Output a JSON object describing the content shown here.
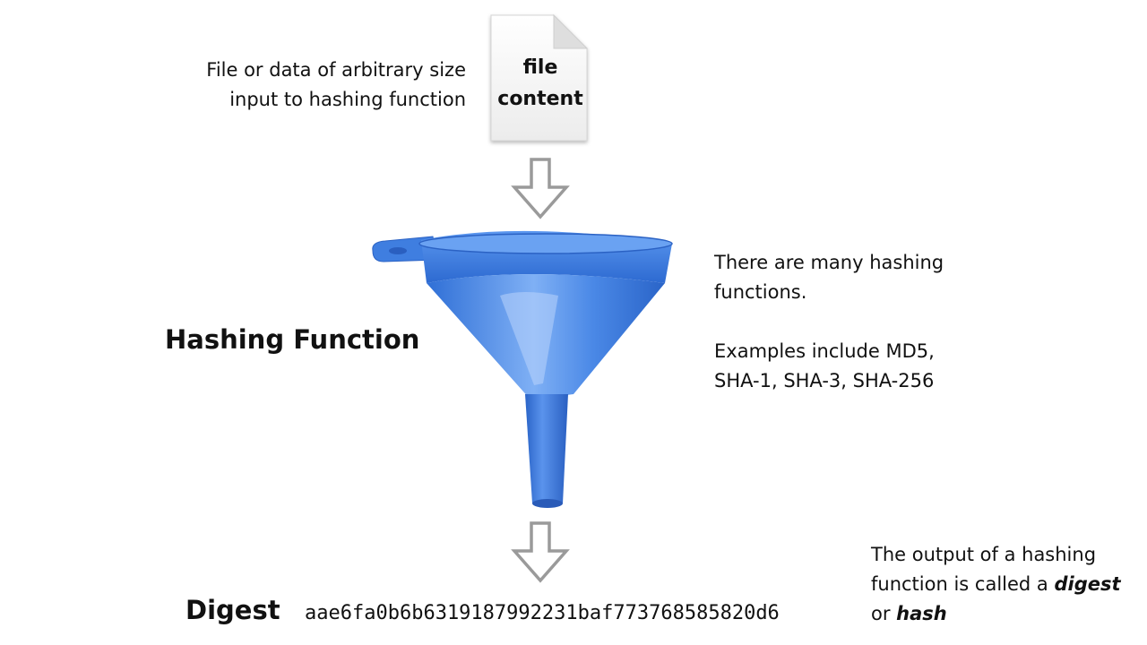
{
  "input": {
    "caption_line1": "File or data of arbitrary size",
    "caption_line2": "input to hashing function",
    "file_label_line1": "file",
    "file_label_line2": "content"
  },
  "hashing": {
    "heading": "Hashing Function",
    "note_line1": "There are many hashing",
    "note_line2": "functions.",
    "examples_line1": "Examples include MD5,",
    "examples_line2": "SHA-1, SHA-3, SHA-256"
  },
  "digest": {
    "heading": "Digest",
    "value": "aae6fa0b6b6319187992231baf773768585820d6"
  },
  "output_note": {
    "line1": "The output of a hashing",
    "line2_prefix": "function is called a ",
    "line2_emphasis": "digest",
    "line3_prefix": "or ",
    "line3_emphasis": "hash"
  },
  "colors": {
    "funnel_blue": "#3a79dd",
    "arrow_gray": "#9a9a9a",
    "text": "#111111"
  }
}
